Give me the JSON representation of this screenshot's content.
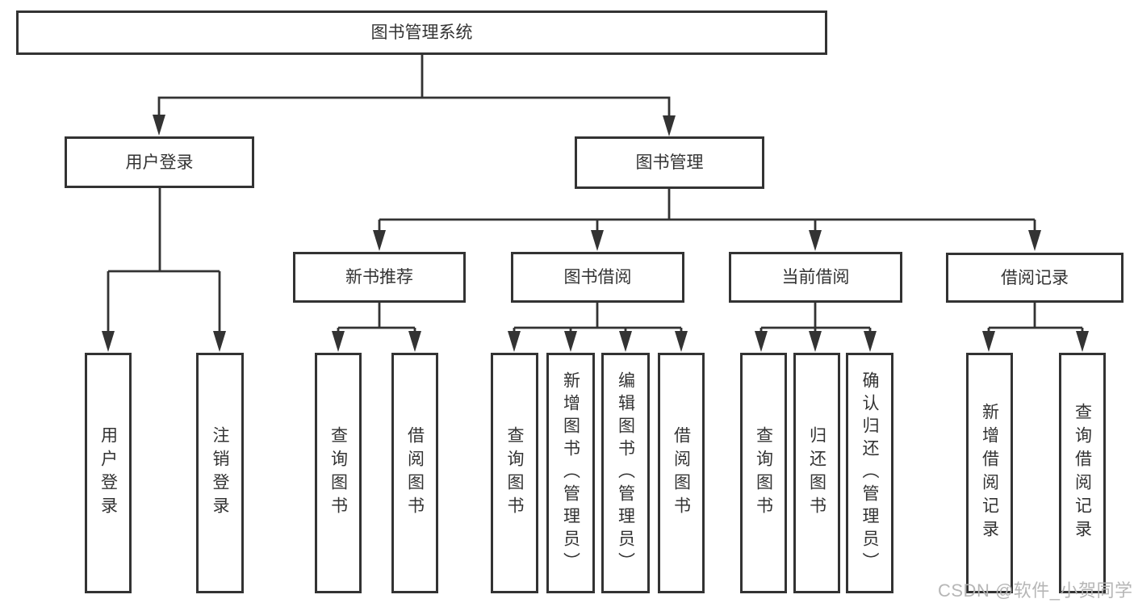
{
  "diagram": {
    "type": "hierarchy-tree",
    "root": {
      "label": "图书管理系统"
    },
    "branches": [
      {
        "label": "用户登录",
        "children": [
          {
            "label": "用户登录"
          },
          {
            "label": "注销登录"
          }
        ]
      },
      {
        "label": "图书管理",
        "children": [
          {
            "label": "新书推荐",
            "children": [
              {
                "label": "查询图书"
              },
              {
                "label": "借阅图书"
              }
            ]
          },
          {
            "label": "图书借阅",
            "children": [
              {
                "label": "查询图书"
              },
              {
                "label": "新增图书（管理员）"
              },
              {
                "label": "编辑图书（管理员）"
              },
              {
                "label": "借阅图书"
              }
            ]
          },
          {
            "label": "当前借阅",
            "children": [
              {
                "label": "查询图书"
              },
              {
                "label": "归还图书"
              },
              {
                "label": "确认归还（管理员）"
              }
            ]
          },
          {
            "label": "借阅记录",
            "children": [
              {
                "label": "新增借阅记录"
              },
              {
                "label": "查询借阅记录"
              }
            ]
          }
        ]
      }
    ]
  },
  "watermark": {
    "text": "CSDN @软件_小贺同学"
  },
  "colors": {
    "line": "#333333",
    "text": "#333333",
    "box_border": "#333333",
    "background": "#ffffff",
    "watermark": "#b3b3b3"
  }
}
